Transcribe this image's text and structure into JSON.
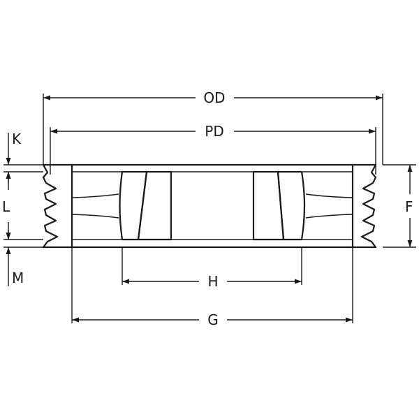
{
  "labels": {
    "od": "OD",
    "pd": "PD",
    "k": "K",
    "l": "L",
    "m": "M",
    "f": "F",
    "h": "H",
    "g": "G"
  },
  "colors": {
    "line": "#1a1a1a",
    "background": "#ffffff"
  }
}
